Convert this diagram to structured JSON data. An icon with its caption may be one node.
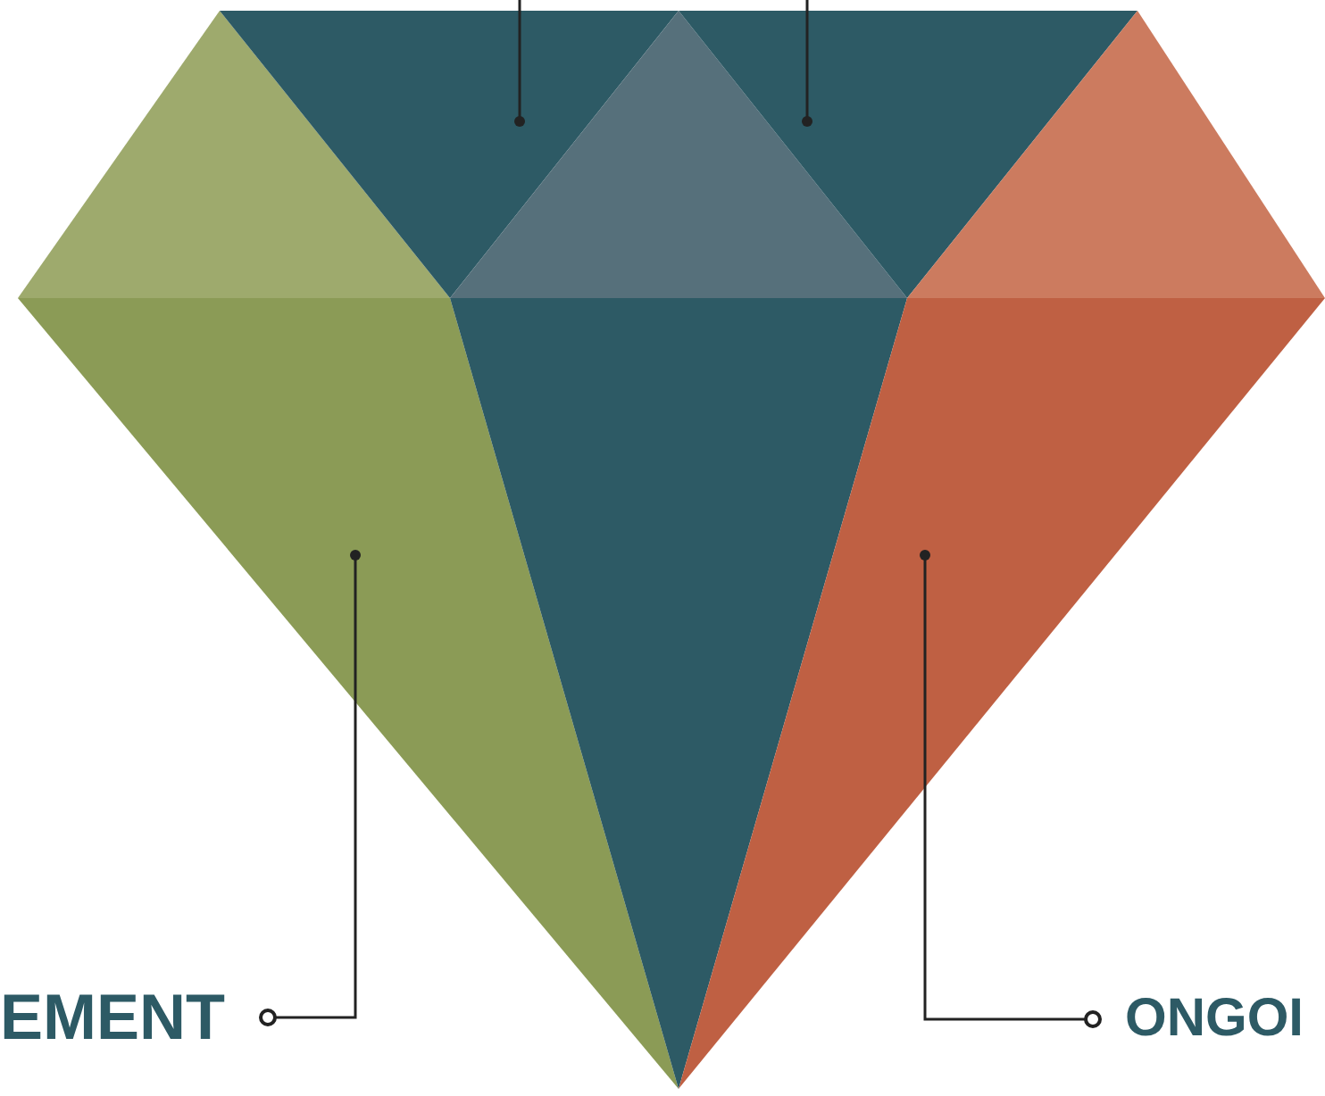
{
  "diagram": {
    "nodes": [
      {
        "text": [
          "EMENT"
        ]
      },
      {
        "text": [
          "ONGOI"
        ]
      },
      {
        "text": [],
        "shape": "triangle"
      },
      {
        "text": [],
        "shape": "triangle"
      },
      {
        "text": [],
        "shape": "triangle"
      },
      {
        "text": [],
        "shape": "triangle"
      },
      {
        "text": [],
        "shape": "triangle"
      },
      {
        "text": [],
        "shape": "triangle"
      },
      {
        "text": [],
        "shape": "triangle"
      },
      {
        "text": [],
        "shape": "triangle"
      }
    ],
    "edges": [
      {
        "from": 0,
        "to": 7,
        "arrow": "other"
      },
      {
        "from": 1,
        "to": 9,
        "arrow": "other"
      },
      {
        "from": null,
        "to": 3,
        "arrow": "other"
      },
      {
        "from": null,
        "to": 5,
        "arrow": "other"
      }
    ]
  }
}
